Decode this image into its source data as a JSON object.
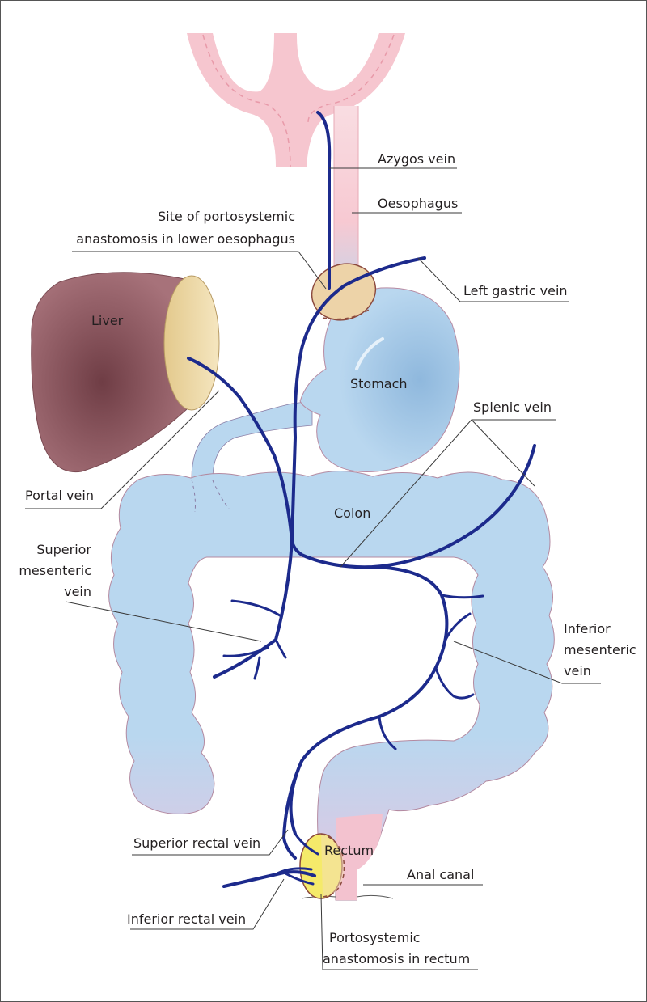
{
  "labels": {
    "azygos_vein": "Azygos vein",
    "oesophagus": "Oesophagus",
    "site_anastomosis_line1": "Site of portosystemic",
    "site_anastomosis_line2": "anastomosis in lower oesophagus",
    "left_gastric_vein": "Left gastric vein",
    "liver": "Liver",
    "stomach": "Stomach",
    "splenic_vein": "Splenic vein",
    "portal_vein": "Portal vein",
    "colon": "Colon",
    "superior_mesenteric_line1": "Superior",
    "superior_mesenteric_line2": "mesenteric",
    "superior_mesenteric_line3": "vein",
    "inferior_mesenteric_line1": "Inferior",
    "inferior_mesenteric_line2": "mesenteric",
    "inferior_mesenteric_line3": "vein",
    "superior_rectal_vein": "Superior rectal vein",
    "rectum": "Rectum",
    "anal_canal": "Anal canal",
    "inferior_rectal_vein": "Inferior rectal vein",
    "rectum_anastomosis_line1": "Portosystemic",
    "rectum_anastomosis_line2": "anastomosis in rectum"
  },
  "colors": {
    "vein": "#1c2a8c",
    "gut": "#b9d7ef",
    "trachea": "#f6c6cf",
    "liver": "#8e5a63",
    "liver_cut": "#efdcaa",
    "anastomosis_oesophagus": "#edd3a8",
    "anastomosis_rectum": "#f5ea6a"
  }
}
